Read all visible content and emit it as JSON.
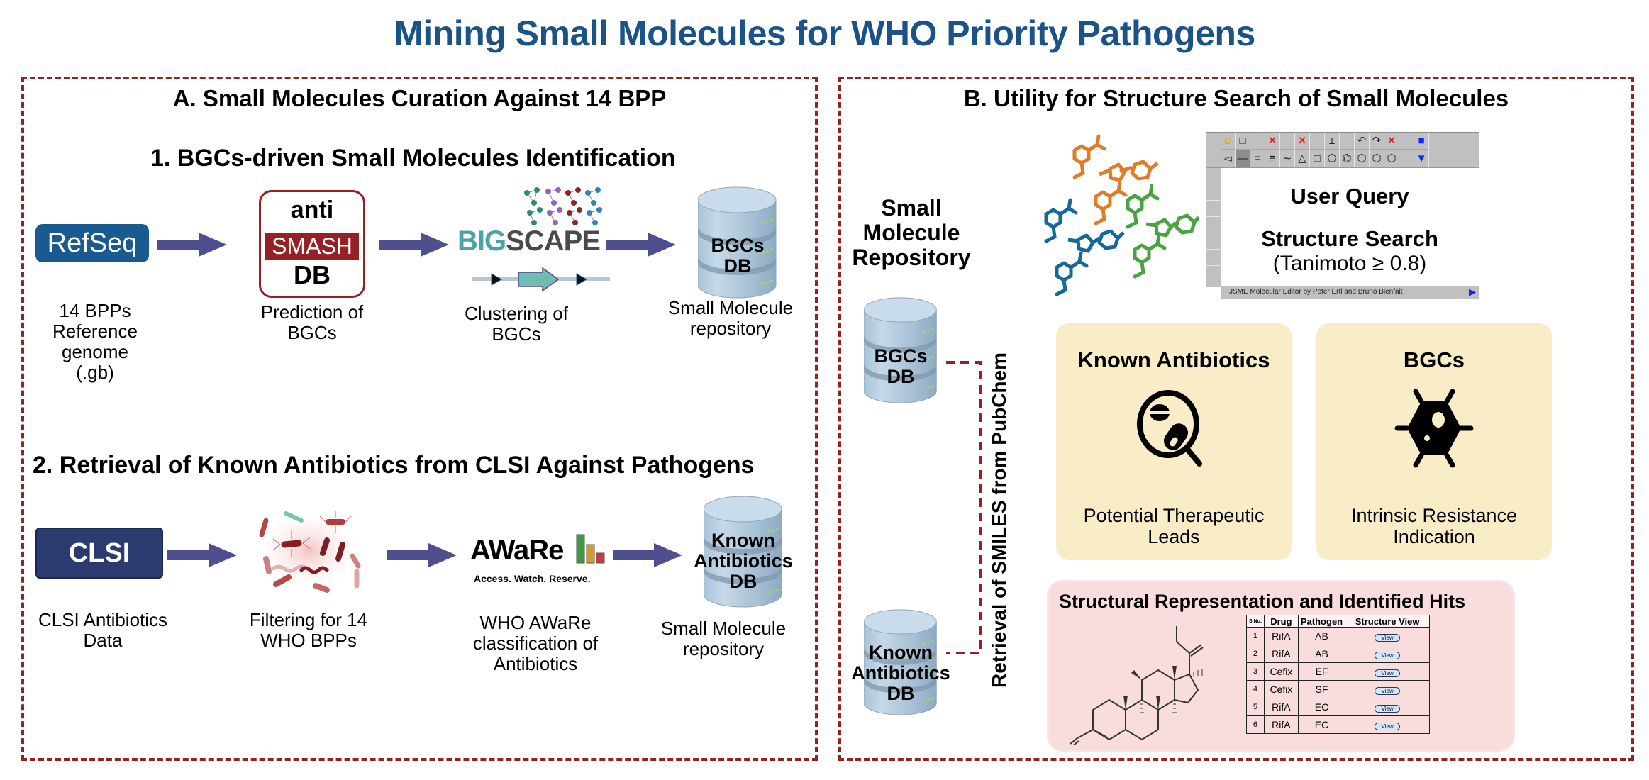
{
  "title": "Mining Small Molecules for WHO Priority Pathogens",
  "colors": {
    "title": "#1b5288",
    "panel_border": "#962125",
    "arrow": "#4f4f8f",
    "db_cylinder": "#b9d0e2",
    "card_bg": "#f8edc7",
    "hits_bg": "#f9dcdc",
    "refseq_bg": "#1a5a92",
    "clsi_bg": "#2b3a6f",
    "antismash_accent": "#962125"
  },
  "panel_a": {
    "title": "A. Small Molecules Curation Against 14 BPP",
    "section1": {
      "title": "1.  BGCs-driven Small Molecules Identification",
      "steps": [
        {
          "logo": "RefSeq",
          "caption": [
            "14 BPPs",
            "Reference genome",
            "(.gb)"
          ]
        },
        {
          "logo_lines": [
            "anti",
            "SMASH",
            "DB"
          ],
          "caption": [
            "Prediction of",
            "BGCs"
          ]
        },
        {
          "logo_parts": [
            "BIG",
            "SCAPE"
          ],
          "caption": [
            "Clustering of",
            "BGCs"
          ]
        },
        {
          "db_label": [
            "BGCs",
            "DB"
          ],
          "caption": [
            "Small Molecule",
            "repository"
          ]
        }
      ]
    },
    "section2": {
      "title": "2. Retrieval of  Known Antibiotics from CLSI Against Pathogens",
      "steps": [
        {
          "logo": "CLSI",
          "caption": [
            "CLSI Antibiotics",
            "Data"
          ]
        },
        {
          "icon": "bacteria-icon",
          "caption": [
            "Filtering for 14",
            "WHO BPPs"
          ]
        },
        {
          "logo": "AWaRe",
          "tagline": "Access. Watch. Reserve.",
          "bars": [
            "#3f9b3f",
            "#d59b24",
            "#cc3b3b"
          ],
          "caption": [
            "WHO AWaRe",
            "classification of",
            "Antibiotics"
          ]
        },
        {
          "db_label": [
            "Known",
            "Antibiotics",
            "DB"
          ],
          "caption": [
            "Small Molecule",
            "repository"
          ]
        }
      ]
    }
  },
  "panel_b": {
    "title": "B. Utility for Structure Search of Small Molecules",
    "repository": {
      "title_lines": [
        "Small",
        "Molecule",
        "Repository"
      ],
      "dbs": [
        {
          "label": [
            "BGCs",
            "DB"
          ]
        },
        {
          "label": [
            "Known",
            "Antibiotics",
            "DB"
          ]
        }
      ],
      "connector_label": "Retrieval of SMILES from PubChem"
    },
    "jsme": {
      "query_label": "User Query",
      "search_label": "Structure Search",
      "threshold": "(Tanimoto ≥ 0.8)",
      "footer": "JSME Molecular Editor by Peter Ertl and Bruno Bienfait",
      "toolbar_row1": [
        "☺",
        "□",
        "",
        "✕",
        "",
        "✕",
        "",
        "±",
        "",
        "↶",
        "↷",
        "✕",
        "",
        "■"
      ],
      "toolbar_row2": [
        "◅",
        "—",
        "=",
        "≡",
        "∼",
        "△",
        "□",
        "⬠",
        "⌬",
        "⬡",
        "⬡",
        "⬡",
        "",
        "▼"
      ]
    },
    "cards": [
      {
        "title": "Known Antibiotics",
        "icon": "pill-search-icon",
        "subtitle": [
          "Potential Therapeutic",
          "Leads"
        ]
      },
      {
        "title": "BGCs",
        "icon": "cell-icon",
        "subtitle": [
          "Intrinsic Resistance",
          "Indication"
        ]
      }
    ],
    "hits": {
      "title": "Structural Representation and Identified Hits",
      "columns": [
        "S.No.",
        "Drug",
        "Pathogen",
        "Structure View"
      ],
      "rows": [
        {
          "sno": "1",
          "drug": "RifA",
          "pathogen": "AB",
          "action": "View"
        },
        {
          "sno": "2",
          "drug": "RifA",
          "pathogen": "AB",
          "action": "View"
        },
        {
          "sno": "3",
          "drug": "Cefix",
          "pathogen": "EF",
          "action": "View"
        },
        {
          "sno": "4",
          "drug": "Cefix",
          "pathogen": "SF",
          "action": "View"
        },
        {
          "sno": "5",
          "drug": "RifA",
          "pathogen": "EC",
          "action": "View"
        },
        {
          "sno": "6",
          "drug": "RifA",
          "pathogen": "EC",
          "action": "View"
        }
      ]
    }
  }
}
